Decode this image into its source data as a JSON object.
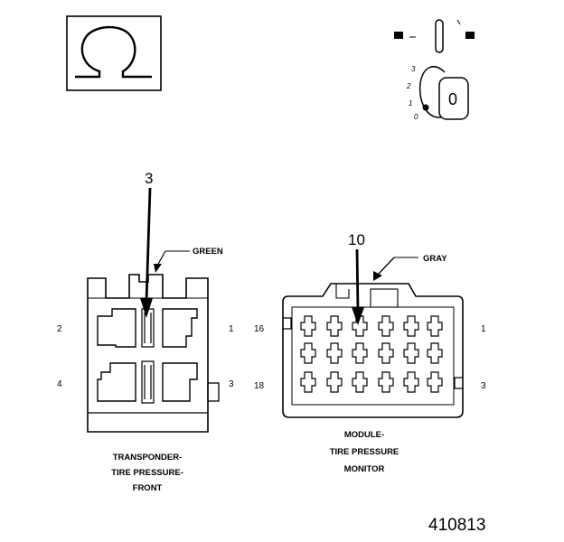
{
  "omega_symbol": "Ω",
  "ignition": {
    "positions": [
      "3",
      "2",
      "1",
      "0"
    ],
    "key_position": "0"
  },
  "transponder": {
    "callout": "3",
    "wire_color": "GREEN",
    "pins": {
      "top_left": "2",
      "top_right": "1",
      "bottom_left": "4",
      "bottom_right": "3"
    },
    "name_lines": [
      "TRANSPONDER-",
      "TIRE PRESSURE-",
      "FRONT"
    ]
  },
  "module": {
    "callout": "10",
    "wire_color": "GRAY",
    "pins": {
      "top_left": "16",
      "top_right": "1",
      "bottom_left": "18",
      "bottom_right": "3"
    },
    "name_lines": [
      "MODULE-",
      "TIRE PRESSURE",
      "MONITOR"
    ]
  },
  "figure_number": "410813"
}
